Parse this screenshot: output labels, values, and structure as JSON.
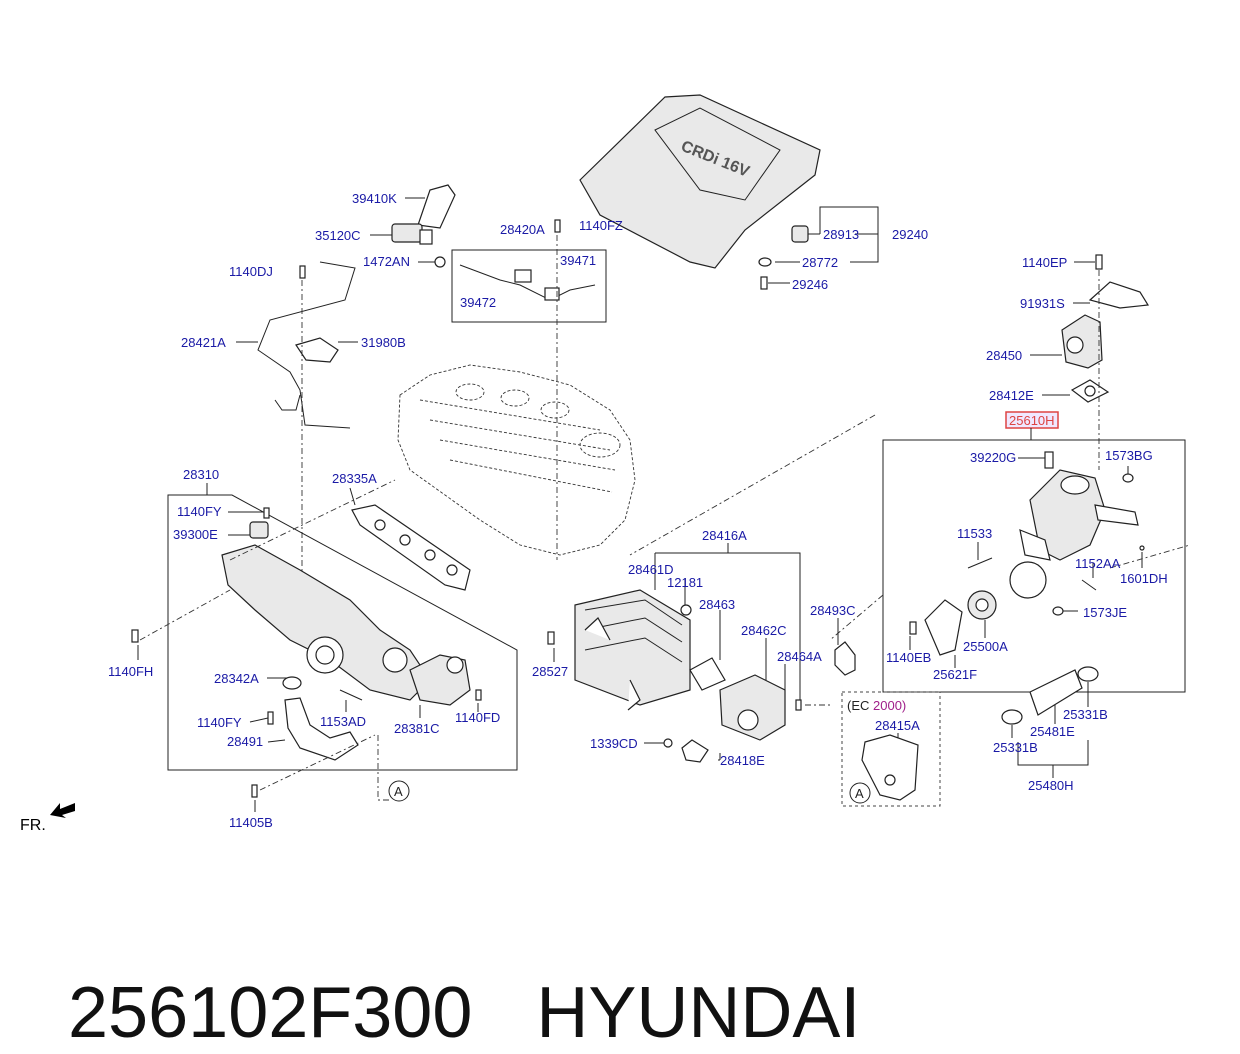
{
  "labels": {
    "p39410K": "39410K",
    "p35120C": "35120C",
    "p1472AN": "1472AN",
    "p1140DJ": "1140DJ",
    "p28420A": "28420A",
    "p1140FZ": "1140FZ",
    "p39471": "39471",
    "p39472": "39472",
    "p28421A": "28421A",
    "p31980B": "31980B",
    "p28913": "28913",
    "p29240": "29240",
    "p28772": "28772",
    "p29246": "29246",
    "p1140EP": "1140EP",
    "p91931S": "91931S",
    "p28450": "28450",
    "p28412E": "28412E",
    "p25610H": "25610H",
    "p39220G": "39220G",
    "p1573BG": "1573BG",
    "p11533": "11533",
    "p1152AA": "1152AA",
    "p1601DH": "1601DH",
    "p1573JE": "1573JE",
    "p25500A": "25500A",
    "p1140EB": "1140EB",
    "p25621F": "25621F",
    "p25331B_a": "25331B",
    "p25331B_b": "25331B",
    "p25481E": "25481E",
    "p25480H": "25480H",
    "p28310": "28310",
    "p28335A": "28335A",
    "p1140FY_a": "1140FY",
    "p39300E": "39300E",
    "p1140FH": "1140FH",
    "p28342A": "28342A",
    "p1140FY_b": "1140FY",
    "p28491": "28491",
    "p1153AD": "1153AD",
    "p28381C": "28381C",
    "p1140FD": "1140FD",
    "p11405B": "11405B",
    "p28416A": "28416A",
    "p28461D": "28461D",
    "p12181": "12181",
    "p28463": "28463",
    "p28462C": "28462C",
    "p28527": "28527",
    "p28493C": "28493C",
    "p28464A": "28464A",
    "p1339CD": "1339CD",
    "p28418E": "28418E",
    "p28415A": "28415A",
    "ec_prefix": "(EC",
    "ec_year": "2000)",
    "ref_a1": "A",
    "ref_a2": "A",
    "fr": "FR.",
    "cover_text": "CRDi 16V"
  },
  "footer": {
    "part_number": "256102F300",
    "brand": "HYUNDAI"
  },
  "colors": {
    "label": "#1a1aa6",
    "highlight": "#d44444",
    "ec_year": "#a0208a"
  }
}
